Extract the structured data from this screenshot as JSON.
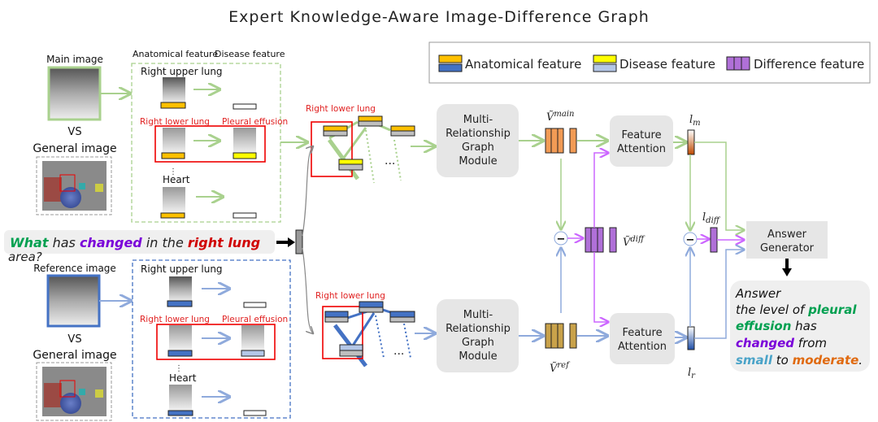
{
  "title": "Expert Knowledge-Aware Image-Difference Graph",
  "legend": {
    "items": [
      {
        "label": "Anatomical feature",
        "colors": [
          "#ffc000",
          "#4472c4"
        ]
      },
      {
        "label": "Disease feature",
        "colors": [
          "#ffff00",
          "#b4c7e7"
        ]
      },
      {
        "label": "Difference feature",
        "colors": [
          "#b070d8",
          "#b070d8"
        ]
      }
    ]
  },
  "main_branch": {
    "main_image_label": "Main image",
    "vs": "VS",
    "general_image_label": "General image",
    "header_anatomical": "Anatomical feature",
    "header_disease": "Disease feature",
    "region_1": "Right upper lung",
    "region_2": "Right lower lung",
    "disease_2": "Pleural effusion",
    "region_3": "Heart",
    "graph_label": "Right lower lung",
    "ellipsis": "...",
    "module": [
      "Multi-",
      "Relationship",
      "Graph",
      "Module"
    ],
    "feature_label": "Ṽ",
    "feature_sup": "main",
    "attention": [
      "Feature",
      "Attention"
    ],
    "l_label": "l",
    "l_sub": "m"
  },
  "ref_branch": {
    "ref_image_label": "Reference image",
    "vs": "VS",
    "general_image_label": "General image",
    "region_1": "Right upper lung",
    "region_2": "Right lower lung",
    "disease_2": "Pleural effusion",
    "region_3": "Heart",
    "graph_label": "Right lower lung",
    "ellipsis": "...",
    "module": [
      "Multi-",
      "Relationship",
      "Graph",
      "Module"
    ],
    "feature_label": "Ṽ",
    "feature_sup": "ref",
    "attention": [
      "Feature",
      "Attention"
    ],
    "l_label": "l",
    "l_sub": "r"
  },
  "question": {
    "w1": "What",
    "w2": " has ",
    "w3": "changed",
    "w4": " in the ",
    "w5": "right lung",
    "w6": "area?"
  },
  "difference": {
    "feature_label": "Ṽ",
    "feature_sup": "diff",
    "l_label": "l",
    "l_sub": "diff",
    "minus": "−"
  },
  "answer_generator": [
    "Answer",
    "Generator"
  ],
  "answer": {
    "heading": "Answer",
    "l1a": "the level of ",
    "l1b": "pleural",
    "l2a": "effusion",
    "l2b": " has",
    "l3a": "changed",
    "l3b": " from",
    "l4a": "small",
    "l4b": " to ",
    "l4c": "moderate",
    "l4d": "."
  },
  "colors": {
    "green": "#a9d18e",
    "blue": "#8faadc",
    "purple": "#cc66ff",
    "orange": "#ffc000",
    "yellow": "#ffff00",
    "dark_blue": "#4472c4",
    "light_blue": "#b4c7e7",
    "word_green": "#00a050",
    "word_purple": "#7a00d9",
    "word_red": "#d00000",
    "word_cyan": "#4aa3c8",
    "word_orange": "#e06a10"
  }
}
